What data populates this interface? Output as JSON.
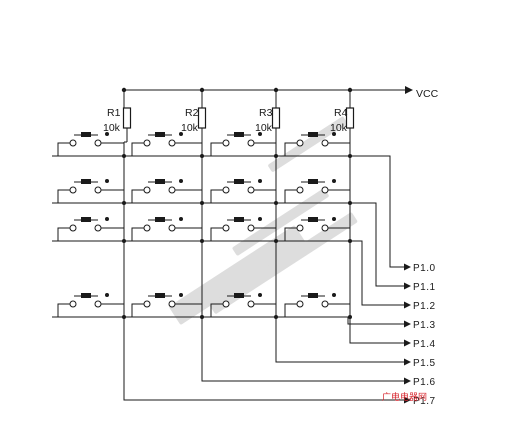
{
  "diagram": {
    "supply_label": "VCC",
    "resistors": [
      {
        "name": "R1",
        "value": "10k"
      },
      {
        "name": "R2",
        "value": "10k"
      },
      {
        "name": "R3",
        "value": "10k"
      },
      {
        "name": "R4",
        "value": "10k"
      }
    ],
    "ports": [
      "P1.0",
      "P1.1",
      "P1.2",
      "P1.3",
      "P1.4",
      "P1.5",
      "P1.6",
      "P1.7"
    ],
    "keypad": {
      "rows": 4,
      "columns": 4
    },
    "watermark": "广电电器网",
    "colors": {
      "ink": "#1a1a1a",
      "watermark": "#c2c2c2",
      "watermark_accent": "#d7262e"
    }
  }
}
